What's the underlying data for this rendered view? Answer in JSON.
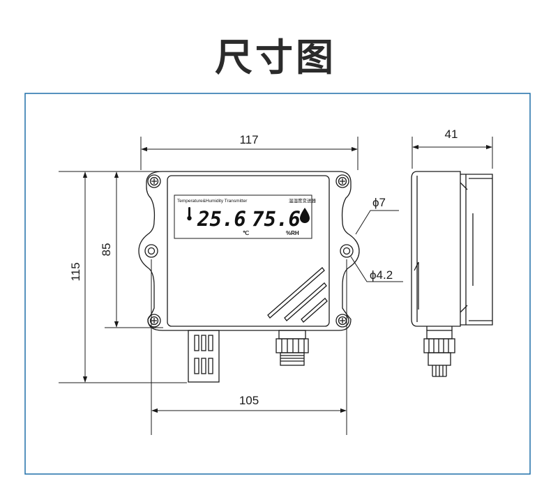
{
  "title": "尺寸图",
  "frame_color": "#1e6fa8",
  "front_view": {
    "lcd_label_left": "Temperature&Humidity Transmitter",
    "lcd_label_right": "温湿度变送器",
    "temperature_reading": "25.6",
    "humidity_reading": "75.6",
    "temperature_unit": "℃",
    "humidity_unit": "%RH",
    "thermometer_icon": "thermometer-icon",
    "droplet_icon": "water-drop-icon"
  },
  "dimensions": {
    "width_top": "117",
    "width_bottom": "105",
    "height_outer": "115",
    "height_body": "85",
    "hole_large": "ϕ7",
    "hole_small": "ϕ4.2",
    "depth": "41"
  }
}
